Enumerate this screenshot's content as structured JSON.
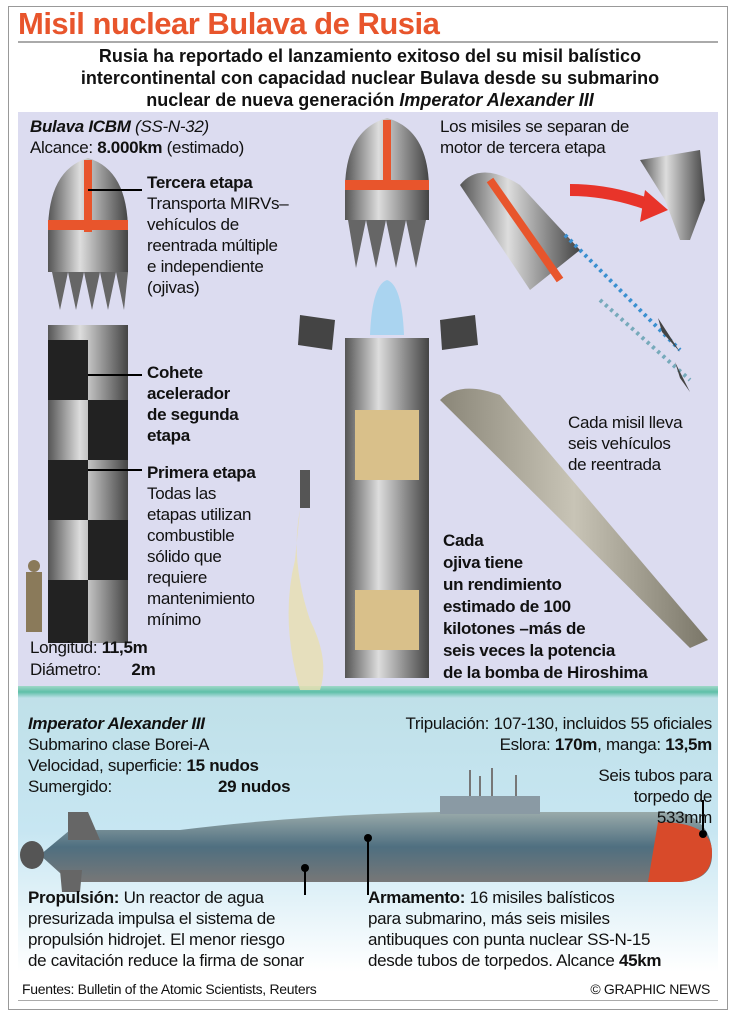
{
  "title": "Misil nuclear Bulava de Rusia",
  "subtitle": {
    "line1": "Rusia ha reportado el lanzamiento exitoso del su misil balístico",
    "line2": "intercontinental con capacidad nuclear Bulava desde su submarino",
    "line3_prefix": "nuclear de nueva generación ",
    "line3_italic": "Imperator Alexander III"
  },
  "missile": {
    "name": "Bulava ICBM",
    "code": "(SS-N-32)",
    "range_label": "Alcance: ",
    "range_value": "8.000km",
    "range_note": " (estimado)",
    "third_stage": {
      "heading": "Tercera etapa",
      "text": [
        "Transporta MIRVs–",
        "vehículos de",
        "reentrada múltiple",
        "e independiente",
        "(ojivas)"
      ]
    },
    "second_stage": [
      "Cohete",
      "acelerador",
      "de segunda",
      "etapa"
    ],
    "first_stage": {
      "heading": "Primera etapa",
      "text": [
        "Todas las",
        "etapas utilizan",
        "combustible",
        "sólido que",
        "requiere",
        "mantenimiento",
        "mínimo"
      ]
    },
    "length_label": "Longitud: ",
    "length_value": "11,5m",
    "diameter_label": "Diámetro: ",
    "diameter_value": "2m"
  },
  "separation": [
    "Los misiles se separan de",
    "motor de tercera etapa"
  ],
  "reentry": [
    "Cada misil lleva",
    "seis vehículos",
    "de reentrada"
  ],
  "warhead": [
    "Cada",
    "ojiva tiene",
    "un rendimiento",
    "estimado de 100",
    "kilotones –más de",
    "seis veces la potencia",
    "de la bomba de Hiroshima"
  ],
  "submarine": {
    "name": "Imperator Alexander III",
    "class": "Submarino clase Borei-A",
    "speed_surface_label": "Velocidad, superficie: ",
    "speed_surface": "15 nudos",
    "speed_submerged_label": "Sumergido:",
    "speed_submerged": "29 nudos",
    "crew": "Tripulación: 107-130, incluidos 55 oficiales",
    "length_label": "Eslora: ",
    "length": "170m",
    "beam_label": ", manga: ",
    "beam": "13,5m",
    "torpedo": [
      "Seis tubos para",
      "torpedo de",
      "533mm"
    ],
    "propulsion_heading": "Propulsión:",
    "propulsion_text": [
      "Un reactor de agua",
      "presurizada impulsa el sistema de",
      "propulsión hidrojet. El menor riesgo",
      "de cavitación reduce la firma de sonar"
    ],
    "armament_heading": "Armamento:",
    "armament_text": [
      "16 misiles balísticos",
      "para submarino, más seis misiles",
      "antibuques con punta nuclear SS-N-15",
      "desde tubos de torpedos. Alcance "
    ],
    "armament_range": "45km"
  },
  "footer": {
    "sources": "Fuentes: Bulletin of the Atomic Scientists, Reuters",
    "credit": "© GRAPHIC NEWS"
  },
  "colors": {
    "accent": "#e8552c",
    "panel": "#dcdcf0"
  }
}
